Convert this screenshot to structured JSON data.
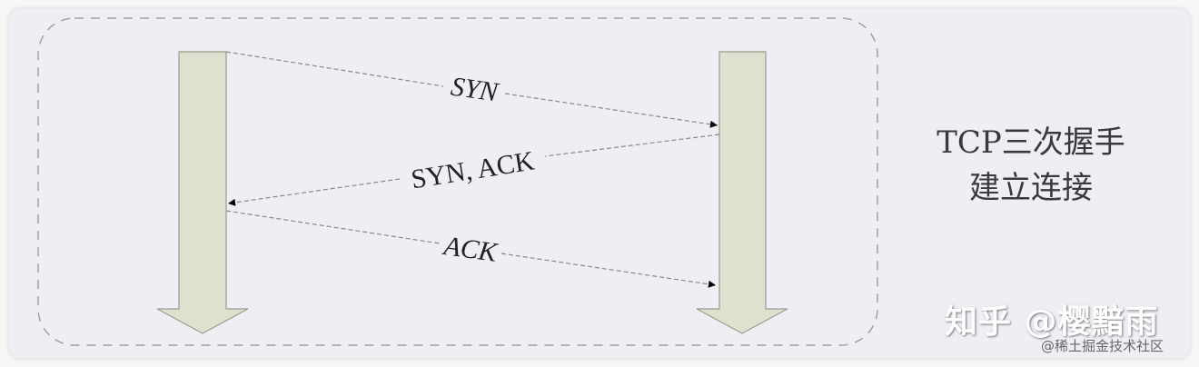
{
  "diagram": {
    "title_line1": "TCP三次握手",
    "title_line2": "建立连接",
    "messages": [
      {
        "label": "SYN",
        "direction": "client-to-server"
      },
      {
        "label": "SYN, ACK",
        "direction": "server-to-client"
      },
      {
        "label": "ACK",
        "direction": "client-to-server"
      }
    ],
    "colors": {
      "timeline_fill": "#dfe1cf",
      "timeline_stroke": "#9a9c8c",
      "background": "#f0eef4",
      "dashed_border": "#a0a0a0"
    }
  },
  "watermark": {
    "main": "知乎 @樱黯雨",
    "sub": "@稀土掘金技术社区"
  }
}
